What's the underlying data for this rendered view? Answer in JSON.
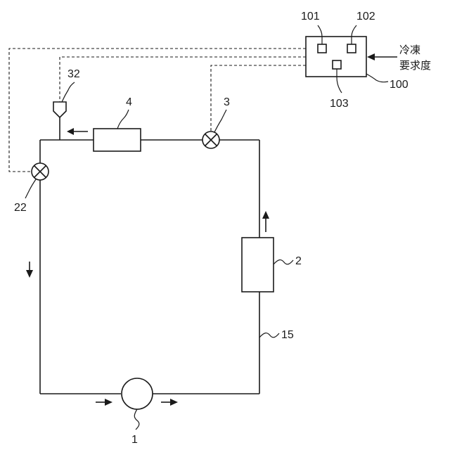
{
  "labels": {
    "pump": "1",
    "heat_exchanger": "2",
    "valve_3": "3",
    "component_4": "4",
    "pipe": "15",
    "valve_22": "22",
    "sensor_32": "32",
    "controller": "100",
    "module_101": "101",
    "module_102": "102",
    "module_103": "103",
    "request_line1": "冷凍",
    "request_line2": "要求度"
  },
  "colors": {
    "stroke": "#1a1a1a",
    "background": "#ffffff"
  },
  "icons": {
    "valve_symbol": "circle-with-x",
    "sensor_symbol": "pentagon-probe"
  }
}
